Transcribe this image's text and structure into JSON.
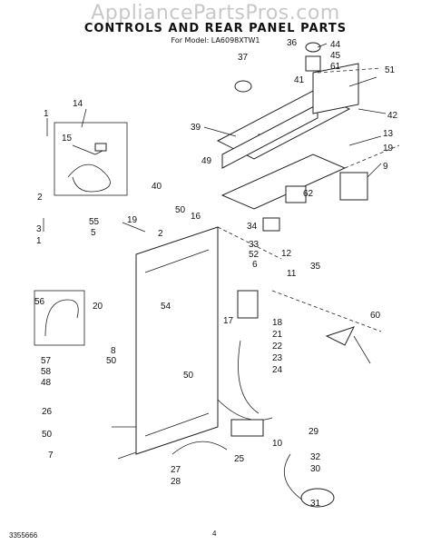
{
  "watermark": "AppliancePartsPros.com",
  "title": "CONTROLS AND REAR PANEL PARTS",
  "subtitle": "For Model: LA6098XTW1",
  "footer": {
    "doc_number": "3355666",
    "page": "4"
  },
  "callouts": [
    "1",
    "14",
    "15",
    "2",
    "3",
    "1",
    "55",
    "5",
    "19",
    "50",
    "2",
    "16",
    "33",
    "52",
    "6",
    "34",
    "12",
    "11",
    "35",
    "62",
    "9",
    "19",
    "13",
    "42",
    "51",
    "61",
    "45",
    "44",
    "36",
    "37",
    "41",
    "39",
    "49",
    "40",
    "56",
    "20",
    "8",
    "57",
    "58",
    "48",
    "50",
    "26",
    "50",
    "7",
    "54",
    "17",
    "18",
    "21",
    "22",
    "23",
    "24",
    "50",
    "27",
    "28",
    "25",
    "29",
    "32",
    "30",
    "31",
    "60",
    "10"
  ]
}
